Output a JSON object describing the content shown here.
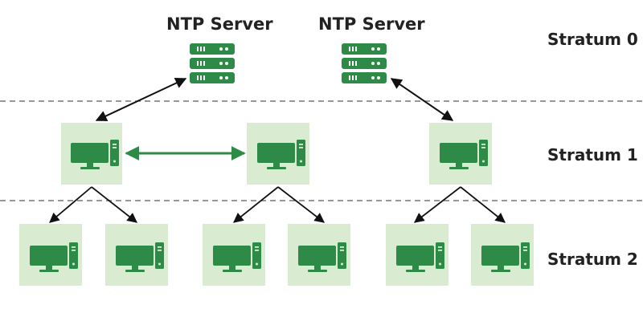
{
  "servers": [
    {
      "label": "NTP Server"
    },
    {
      "label": "NTP Server"
    }
  ],
  "strata": [
    {
      "label": "Stratum 0"
    },
    {
      "label": "Stratum 1"
    },
    {
      "label": "Stratum 2"
    }
  ],
  "colors": {
    "server_green": "#2e8a47",
    "node_fill": "#d9ecd2",
    "monitor_green": "#2e8a47",
    "arrow_black": "#111111",
    "peer_arrow": "#2e8a47",
    "divider": "#777777",
    "text": "#222222"
  },
  "icons": {
    "server": "server-rack-icon",
    "computer": "desktop-computer-icon"
  }
}
